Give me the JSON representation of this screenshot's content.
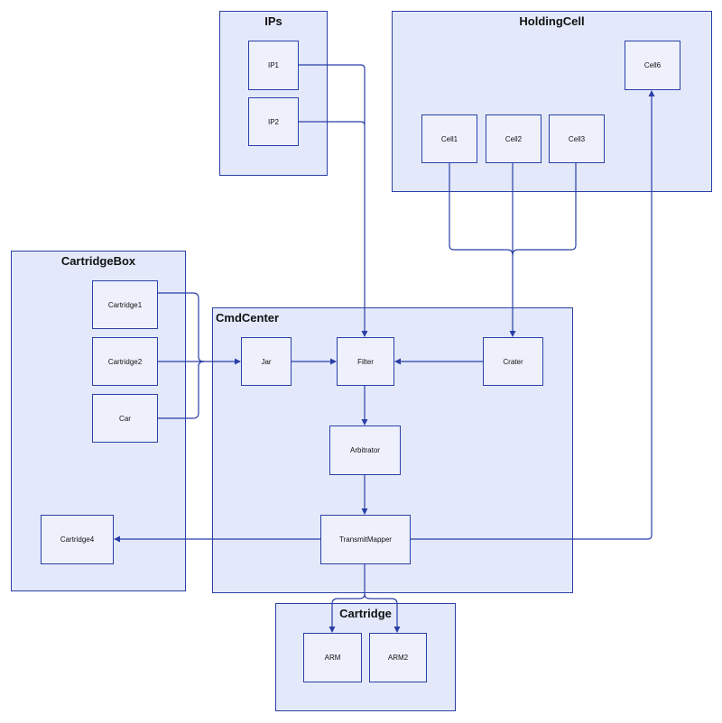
{
  "groups": {
    "ips": "IPs",
    "holdingcell": "HoldingCell",
    "cartridgebox": "CartridgeBox",
    "cmdcenter": "CmdCenter",
    "cartridge": "Cartridge"
  },
  "nodes": {
    "ip1": "IP1",
    "ip2": "IP2",
    "cell6": "Cell6",
    "cell1": "Cell1",
    "cell2": "Cell2",
    "cell3": "Cell3",
    "cartridge1": "Cartridge1",
    "cartridge2": "Cartridge2",
    "car": "Car",
    "cartridge4": "Cartridge4",
    "jar": "Jar",
    "filter": "Filter",
    "crater": "Crater",
    "arbitrator": "Arbitrator",
    "transmitmapper": "TransmitMapper",
    "arm": "ARM",
    "arm2": "ARM2"
  },
  "colors": {
    "edge": "#2a3fa6",
    "group_fill": "#e3e9fa",
    "node_fill": "#eef1fc"
  }
}
